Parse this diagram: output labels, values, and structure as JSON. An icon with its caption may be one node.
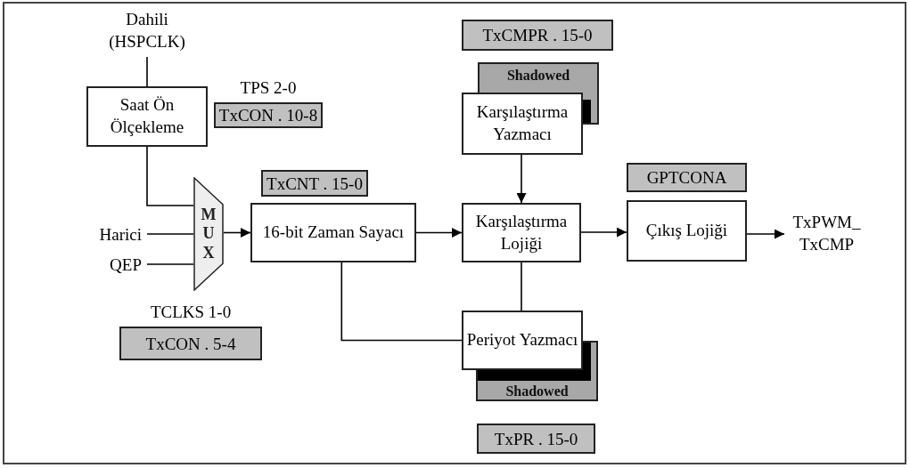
{
  "diagram": {
    "nodes": [
      {
        "text": [
          "Dahili (HSPCLK)"
        ]
      },
      {
        "text": [
          "TxCMPR . 15-0"
        ]
      },
      {
        "text": [
          "Shadowed"
        ]
      },
      {
        "text": [
          "Saat Ön Ölçekleme"
        ]
      },
      {
        "text": [
          "TPS 2-0",
          "TxCON . 10-8"
        ]
      },
      {
        "text": [
          "Karşılaştırma Yazmacı"
        ]
      },
      {
        "text": [
          "TxCNT . 15-0"
        ]
      },
      {
        "text": [
          "GPTCONA"
        ]
      },
      {
        "text": [
          "M U X"
        ]
      },
      {
        "text": [
          "Harici"
        ]
      },
      {
        "text": [
          "QEP"
        ]
      },
      {
        "text": [
          "16-bit Zaman Sayacı"
        ]
      },
      {
        "text": [
          "Karşılaştırma Lojiği"
        ]
      },
      {
        "text": [
          "Çıkış Lojiği"
        ]
      },
      {
        "text": [
          "TxPWM_ TxCMP"
        ]
      },
      {
        "text": [
          "TCLKS 1-0",
          "TxCON . 5-4"
        ]
      },
      {
        "text": [
          "Periyot Yazmacı"
        ]
      },
      {
        "text": [
          "Shadowed"
        ]
      },
      {
        "text": [
          "TxPR . 15-0"
        ]
      }
    ],
    "edges": [
      {
        "from": 0,
        "to": 3,
        "arrow": "none"
      },
      {
        "from": 3,
        "to": 8,
        "arrow": "none"
      },
      {
        "from": 9,
        "to": 8,
        "arrow": "none"
      },
      {
        "from": 10,
        "to": 8,
        "arrow": "none"
      },
      {
        "from": 8,
        "to": 11,
        "arrow": "to"
      },
      {
        "from": 11,
        "to": 16,
        "arrow": "none"
      },
      {
        "from": 11,
        "to": 12,
        "arrow": "to"
      },
      {
        "from": 5,
        "to": 12,
        "arrow": "to"
      },
      {
        "from": 12,
        "to": 16,
        "arrow": "none"
      },
      {
        "from": 12,
        "to": 13,
        "arrow": "to"
      },
      {
        "from": 13,
        "to": 14,
        "arrow": "to"
      }
    ]
  }
}
